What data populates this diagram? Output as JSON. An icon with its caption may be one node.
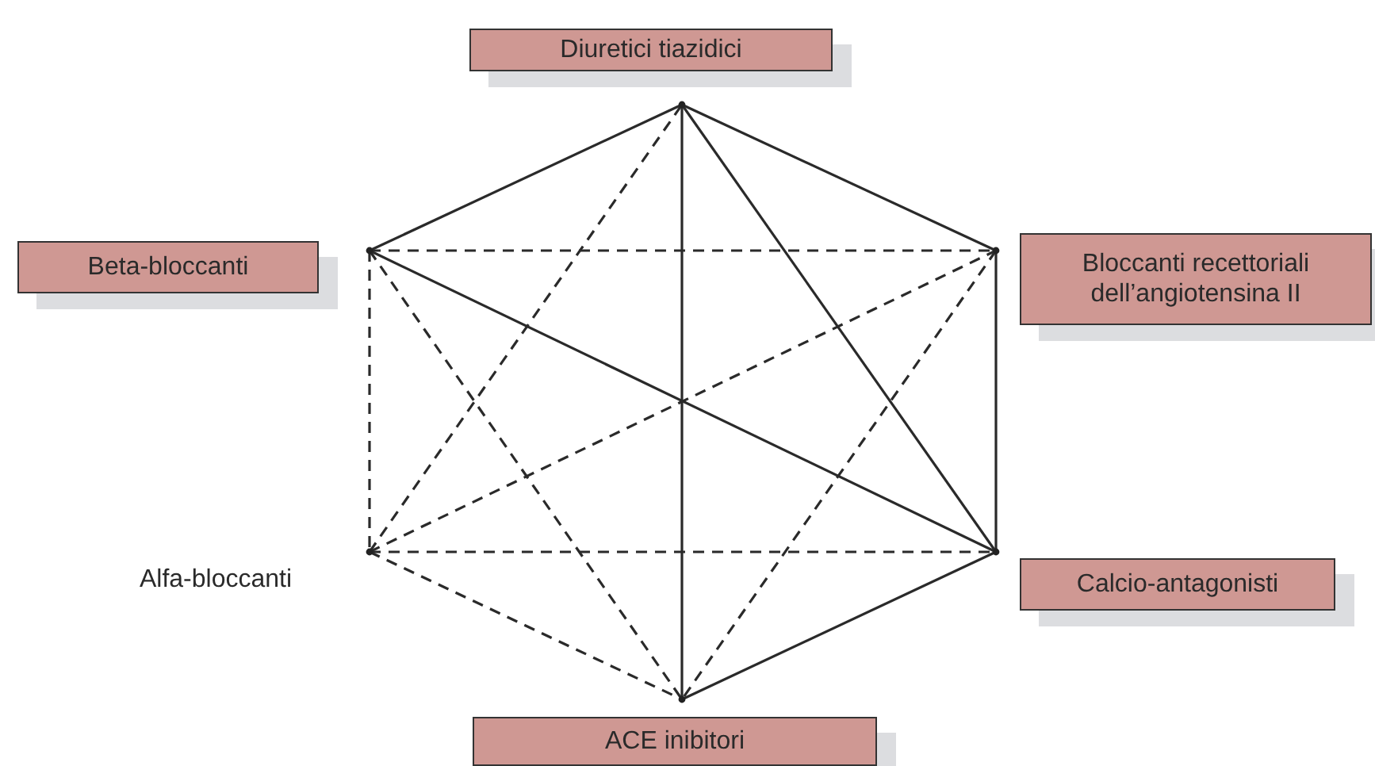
{
  "diagram": {
    "nodes": [
      {
        "text": [
          "Diuretici tiazidici"
        ]
      },
      {
        "text": [
          "Beta-bloccanti"
        ]
      },
      {
        "text": [
          "Bloccanti recettoriali dell’angiotensina II"
        ]
      },
      {
        "text": [
          "Alfa-bloccanti"
        ]
      },
      {
        "text": [
          "Calcio-antagonisti"
        ]
      },
      {
        "text": [
          "ACE inibitori"
        ]
      }
    ],
    "edges": [
      {
        "from": 0,
        "to": 1,
        "arrow": "none"
      },
      {
        "from": 0,
        "to": 2,
        "arrow": "none"
      },
      {
        "from": 0,
        "to": 5,
        "arrow": "none"
      },
      {
        "from": 0,
        "to": 4,
        "arrow": "none"
      },
      {
        "from": 1,
        "to": 4,
        "arrow": "none"
      },
      {
        "from": 4,
        "to": 5,
        "arrow": "none"
      },
      {
        "from": 2,
        "to": 4,
        "arrow": "none"
      },
      {
        "from": 1,
        "to": 2,
        "arrow": "none",
        "style": "dashed"
      },
      {
        "from": 1,
        "to": 3,
        "arrow": "none",
        "style": "dashed"
      },
      {
        "from": 1,
        "to": 5,
        "arrow": "none",
        "style": "dashed"
      },
      {
        "from": 3,
        "to": 4,
        "arrow": "none",
        "style": "dashed"
      },
      {
        "from": 3,
        "to": 2,
        "arrow": "none",
        "style": "dashed"
      },
      {
        "from": 3,
        "to": 0,
        "arrow": "none",
        "style": "dashed"
      },
      {
        "from": 3,
        "to": 5,
        "arrow": "none",
        "style": "dashed"
      },
      {
        "from": 2,
        "to": 5,
        "arrow": "none",
        "style": "dashed"
      }
    ]
  }
}
